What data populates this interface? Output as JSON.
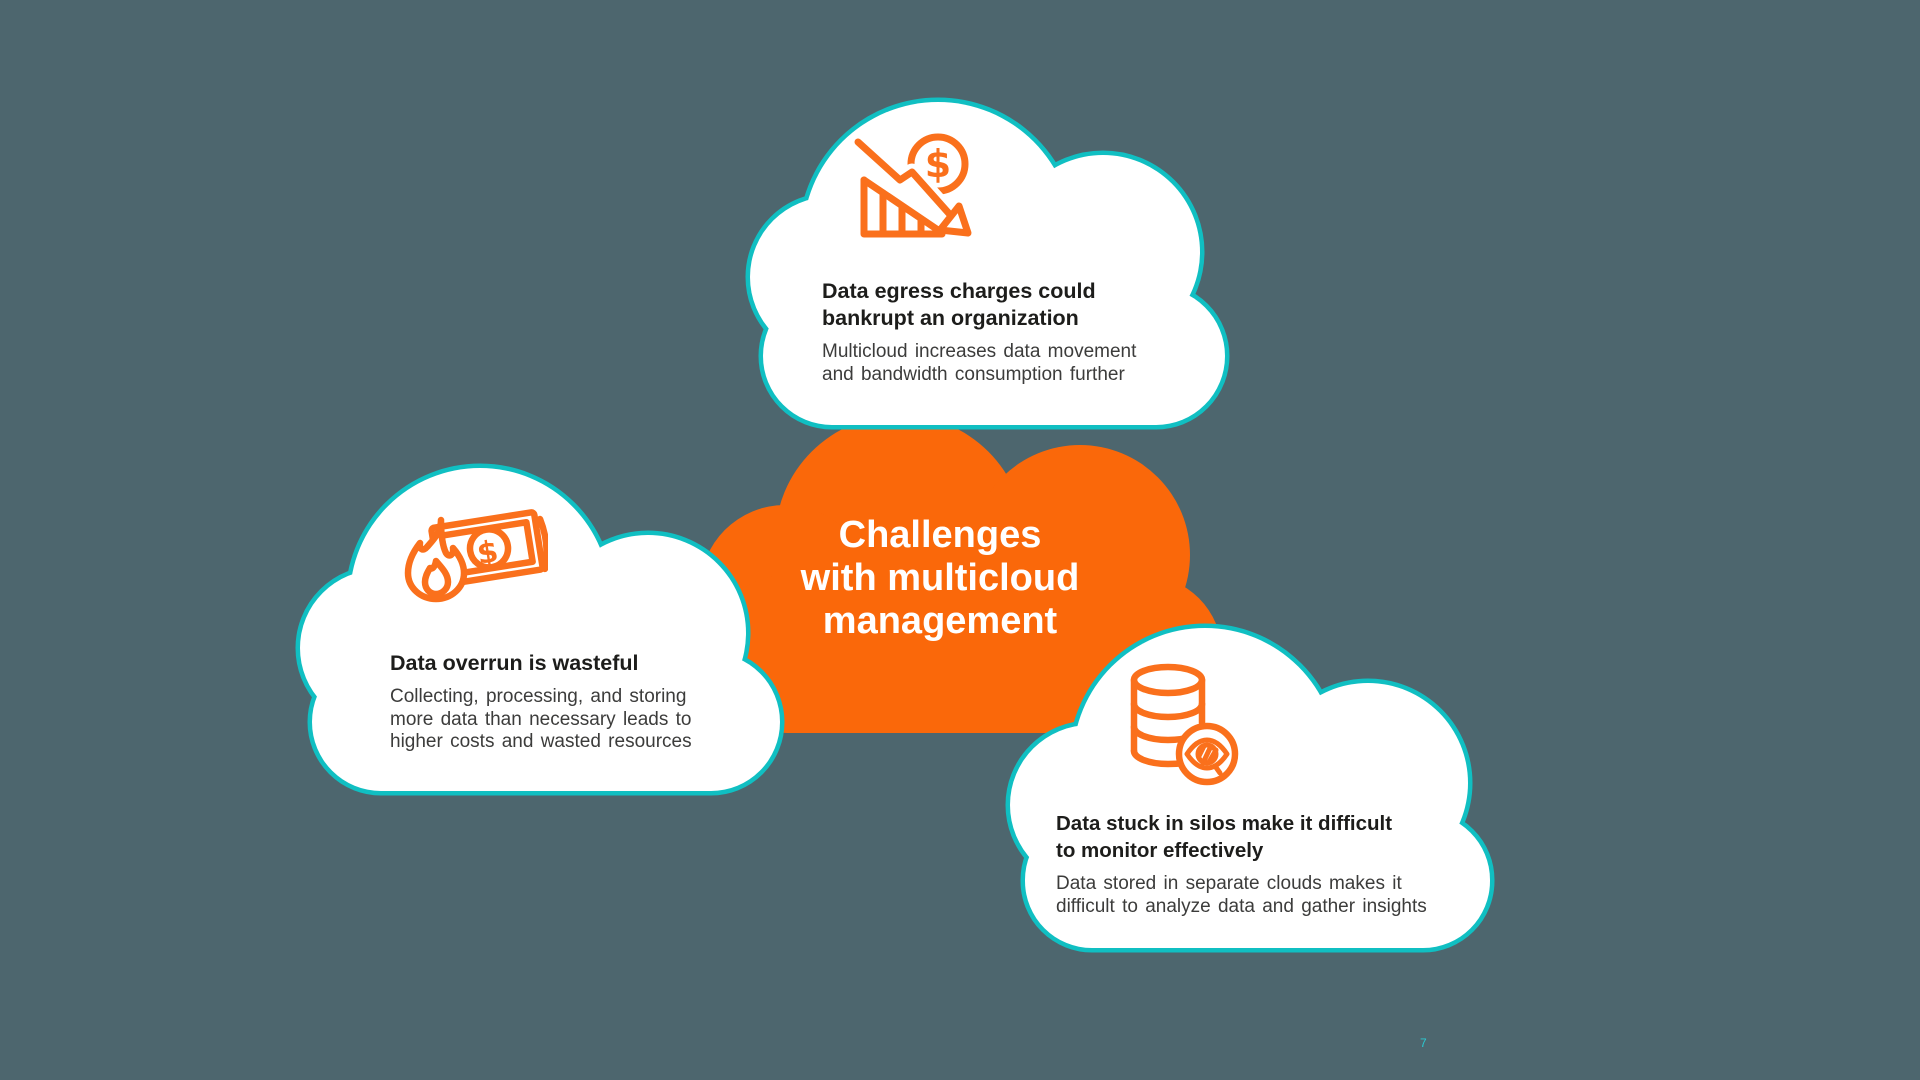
{
  "slide": {
    "background_color": "#4D666E",
    "teal_border_color": "#10BFC2",
    "orange_cloud_color": "#FA680A",
    "icon_stroke_color": "#FA701C",
    "page_number": "7"
  },
  "center_cloud": {
    "title": "Challenges with multicloud management",
    "title_lines": [
      "Challenges",
      "with multicloud",
      "management"
    ]
  },
  "clouds": {
    "egress": {
      "icon": "declining-chart-dollar-icon",
      "title_lines": [
        "Data egress charges could",
        "bankrupt an organization"
      ],
      "body_lines": [
        "Multicloud increases data movement",
        "and bandwidth consumption further"
      ]
    },
    "overrun": {
      "icon": "burning-money-icon",
      "title_lines": [
        "Data overrun is wasteful"
      ],
      "body_lines": [
        "Collecting, processing, and storing",
        "more data than necessary leads to",
        "higher costs and wasted resources"
      ]
    },
    "silos": {
      "icon": "database-hidden-eye-icon",
      "title_lines": [
        "Data stuck in silos make it difficult",
        "to monitor effectively"
      ],
      "body_lines": [
        "Data stored in separate clouds makes it",
        "difficult to analyze data and gather insights"
      ]
    }
  }
}
